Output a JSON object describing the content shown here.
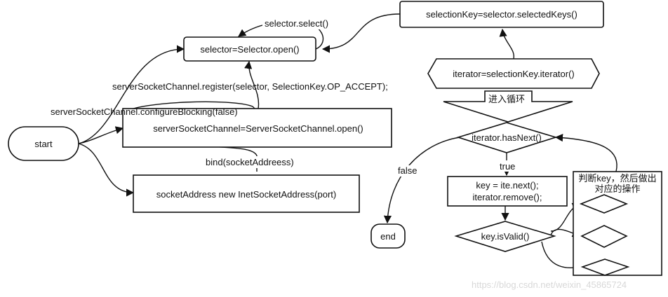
{
  "nodes": {
    "start": "start",
    "selector_open": "selector=Selector.open()",
    "channel_open": "serverSocketChannel=ServerSocketChannel.open()",
    "socket_address": "socketAddress new InetSocketAddress(port)",
    "selected_keys": "selectionKey=selector.selectedKeys()",
    "iterator": "iterator=selectionKey.iterator()",
    "enter_loop": "进入循环",
    "has_next": "iterator.hasNext()",
    "next_remove_line1": "key = ite.next();",
    "next_remove_line2": "iterator.remove();",
    "end": "end",
    "is_valid": "key.isValid()",
    "judge_line1": "判断key，然后做出",
    "judge_line2": "对应的操作"
  },
  "edge_labels": {
    "select": "selector.select()",
    "register": "serverSocketChannel.register(selector, SelectionKey.OP_ACCEPT);",
    "configure": "serverSocketChannel.configureBlocking(false)",
    "bind": "bind(socketAddreess)",
    "true_label": "true",
    "false_label": "false"
  },
  "watermark": "https://blog.csdn.net/weixin_45865724"
}
